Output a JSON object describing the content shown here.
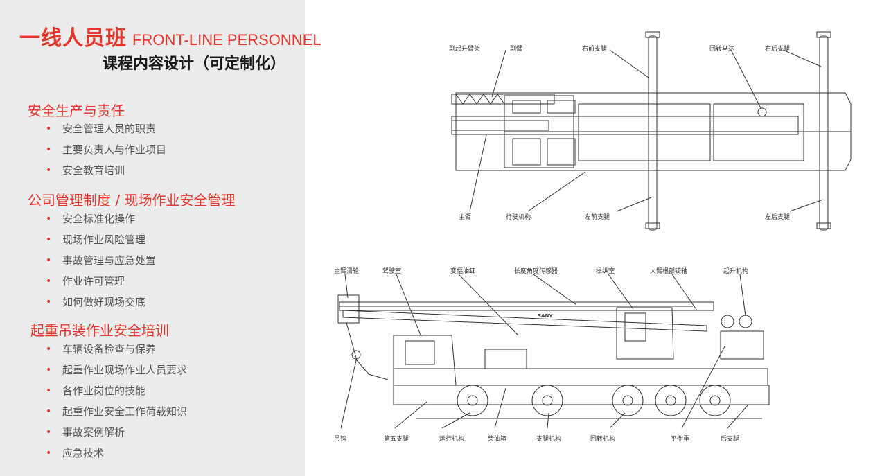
{
  "title": {
    "cn": "一线人员班",
    "en": "FRONT-LINE PERSONNEL"
  },
  "subtitle": "课程内容设计（可定制化）",
  "sections": [
    {
      "heading": "安全生产与责任",
      "items": [
        "安全管理人员的职责",
        "主要负责人与作业项目",
        "安全教育培训"
      ]
    },
    {
      "heading": "公司管理制度  / 现场作业安全管理",
      "items": [
        "安全标准化操作",
        "现场作业风险管理",
        "事故管理与应急处置",
        "作业许可管理",
        "如何做好现场交底"
      ]
    },
    {
      "heading": "起重吊装作业安全培训",
      "items": [
        "车辆设备检查与保养",
        "起重作业现场作业人员要求",
        "各作业岗位的技能",
        "起重作业安全工作荷载知识",
        "事故案例解析",
        "应急技术"
      ]
    }
  ],
  "diagram_top": {
    "labels": [
      "副起升臂架",
      "副臂",
      "右前支腿",
      "回转马达",
      "右后支腿",
      "主臂",
      "行驶机构",
      "左前支腿",
      "左后支腿"
    ]
  },
  "diagram_side": {
    "labels_top": [
      "主臂滑轮",
      "驾驶室",
      "变幅油缸",
      "长度角度传感器",
      "操纵室",
      "大臂根部铰轴",
      "起升机构"
    ],
    "labels_bottom": [
      "吊钩",
      "第五支腿",
      "运行机构",
      "柴油箱",
      "支腿机构",
      "回转机构",
      "平衡重",
      "后支腿"
    ],
    "brand": "SANY"
  },
  "colors": {
    "accent": "#e8352c",
    "panel": "#ececec",
    "text": "#555555"
  }
}
